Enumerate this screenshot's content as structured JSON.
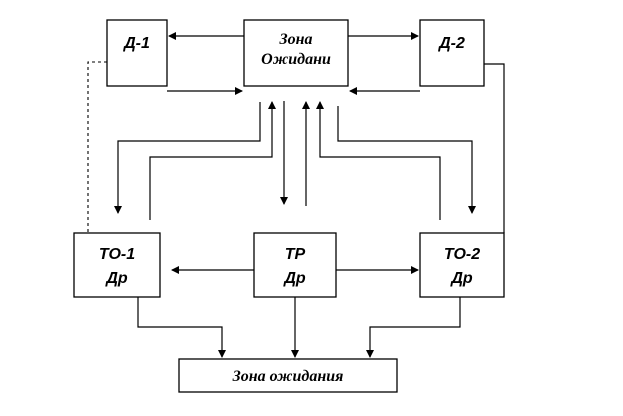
{
  "nodes": {
    "d1": {
      "label": "Д-1"
    },
    "zone_top": {
      "line1": "Зона",
      "line2": "Ожидани"
    },
    "d2": {
      "label": "Д-2"
    },
    "to1": {
      "line1": "ТО-1",
      "line2": "Др"
    },
    "tr": {
      "line1": "ТР",
      "line2": "Др"
    },
    "to2": {
      "line1": "ТО-2",
      "line2": "Др"
    },
    "zone_bottom": {
      "label": "Зона ожидания"
    }
  }
}
